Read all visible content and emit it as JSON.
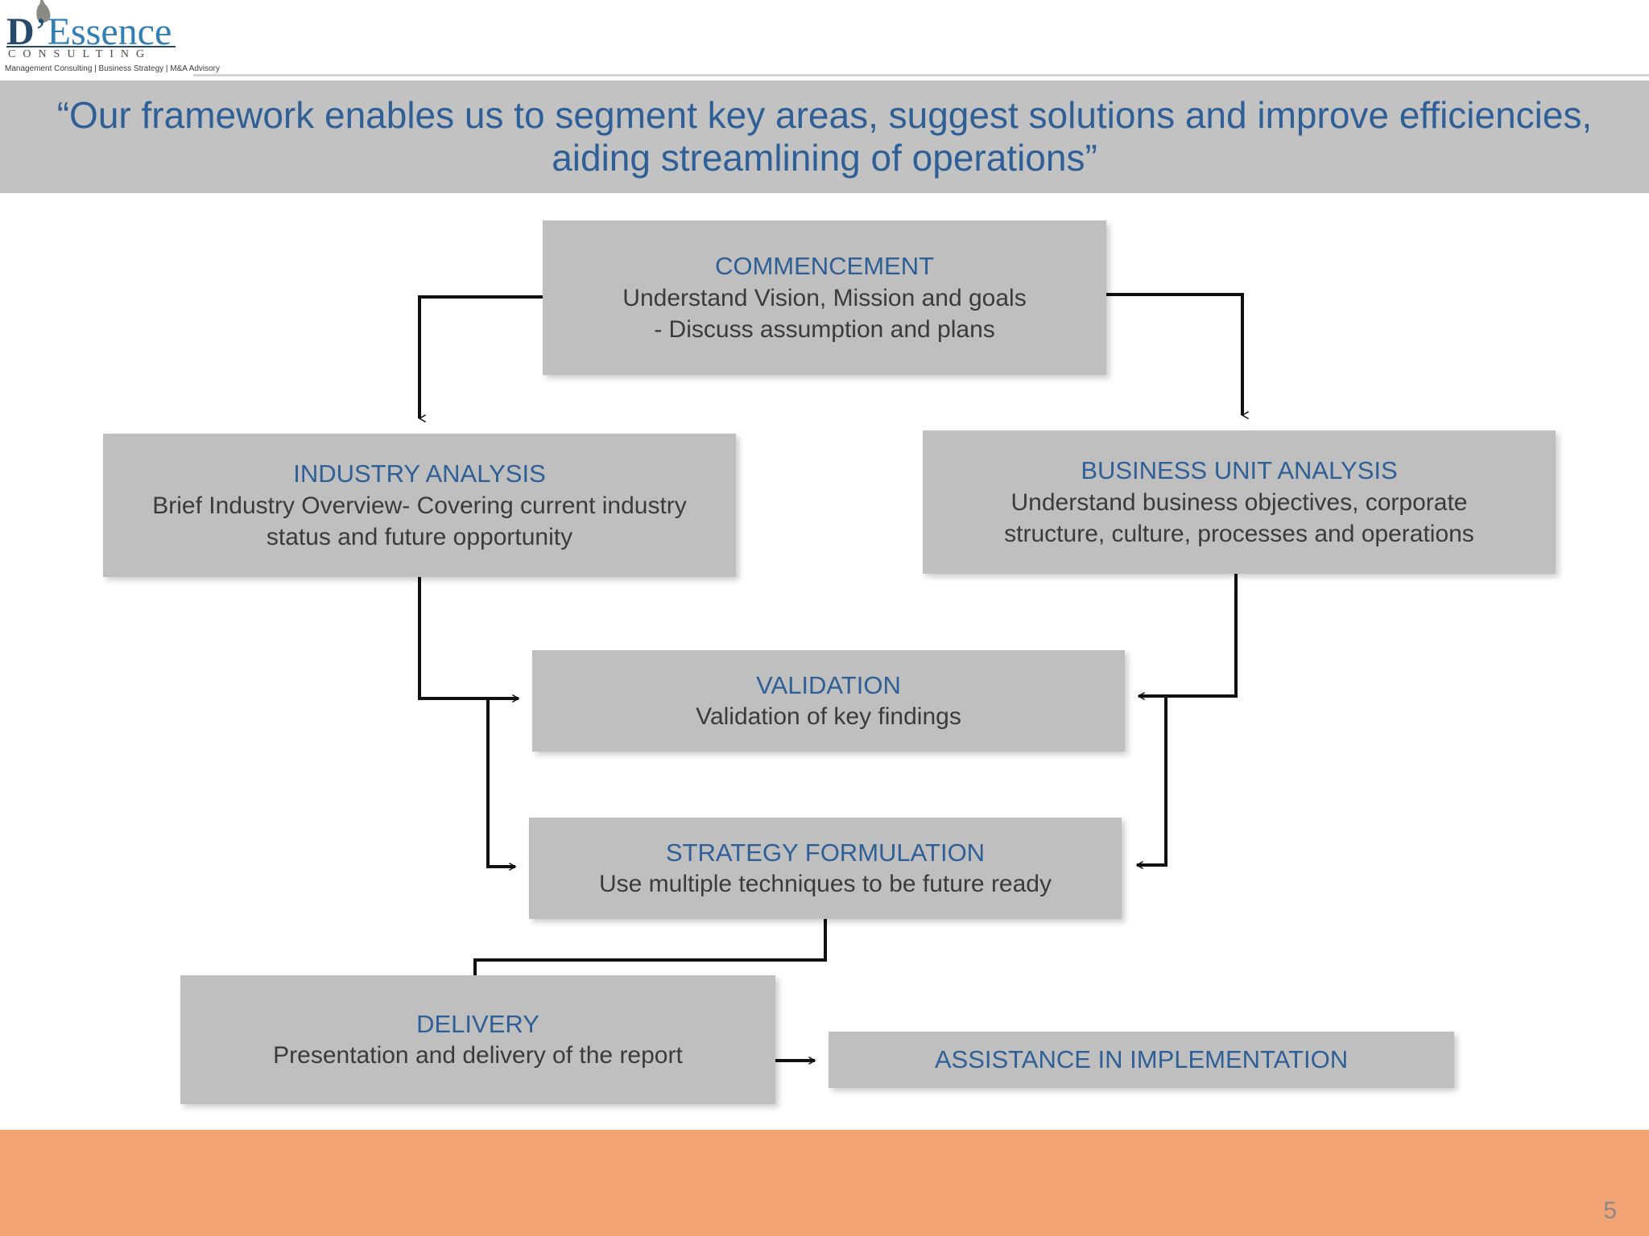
{
  "brand": {
    "logo_d": "D",
    "logo_apostrophe": "’",
    "logo_essence": "Essence",
    "logo_consulting": "CONSULTING",
    "logo_tagline": "Management Consulting  |  Business Strategy  |  M&A Advisory",
    "logo_icon": "water-drop-icon"
  },
  "header": {
    "title": "“Our framework enables us to segment key areas, suggest solutions and improve efficiencies, aiding streamlining of operations”",
    "band_color": "#c2c2c2",
    "title_color": "#2e5f97"
  },
  "diagram": {
    "type": "flowchart",
    "node_fill": "#bfbfbf",
    "node_title_color": "#2e5f97",
    "node_body_color": "#3b3b3b",
    "connector_color": "#111111",
    "nodes": [
      {
        "id": "commencement",
        "title": "COMMENCEMENT",
        "lines": [
          "Understand  Vision, Mission and goals",
          "- Discuss assumption and plans"
        ]
      },
      {
        "id": "industry-analysis",
        "title": "INDUSTRY ANALYSIS",
        "lines": [
          "Brief  Industry Overview- Covering current  industry",
          "status and future opportunity"
        ]
      },
      {
        "id": "business-unit-analysis",
        "title": "BUSINESS UNIT ANALYSIS",
        "lines": [
          "Understand business objectives, corporate",
          "structure, culture, processes and operations"
        ]
      },
      {
        "id": "validation",
        "title": "VALIDATION",
        "lines": [
          "Validation of key findings"
        ]
      },
      {
        "id": "strategy-formulation",
        "title": "STRATEGY FORMULATION",
        "lines": [
          "Use multiple techniques to be future ready"
        ]
      },
      {
        "id": "delivery",
        "title": "DELIVERY",
        "lines": [
          "Presentation and delivery of the report"
        ]
      },
      {
        "id": "assistance-in-implementation",
        "title": "ASSISTANCE IN IMPLEMENTATION",
        "lines": []
      }
    ],
    "edges": [
      {
        "from": "commencement",
        "to": "industry-analysis"
      },
      {
        "from": "commencement",
        "to": "business-unit-analysis"
      },
      {
        "from": "industry-analysis",
        "to": "validation"
      },
      {
        "from": "industry-analysis",
        "to": "strategy-formulation"
      },
      {
        "from": "business-unit-analysis",
        "to": "validation"
      },
      {
        "from": "business-unit-analysis",
        "to": "strategy-formulation"
      },
      {
        "from": "strategy-formulation",
        "to": "delivery"
      },
      {
        "from": "delivery",
        "to": "assistance-in-implementation"
      }
    ]
  },
  "footer": {
    "bar_color": "#f2a474",
    "page_number": "5"
  }
}
